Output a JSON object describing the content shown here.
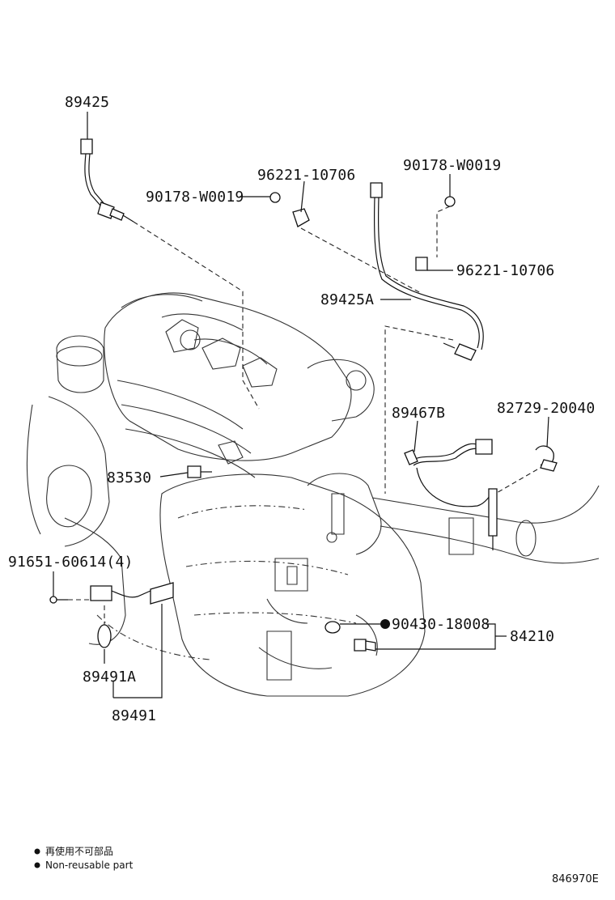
{
  "labels": {
    "p89425": "89425",
    "p96221_top": "96221-10706",
    "p90178_left": "90178-W0019",
    "p90178_right": "90178-W0019",
    "p96221_right": "96221-10706",
    "p89425A": "89425A",
    "p89467B": "89467B",
    "p82729": "82729-20040",
    "p83530": "83530",
    "p91651": "91651-60614(4)",
    "p90430": "90430-18008",
    "p84210": "84210",
    "p89491A": "89491A",
    "p89491": "89491"
  },
  "legend": {
    "jp": "再使用不可部品",
    "en": "Non-reusable part"
  },
  "diagram_code": "846970E"
}
